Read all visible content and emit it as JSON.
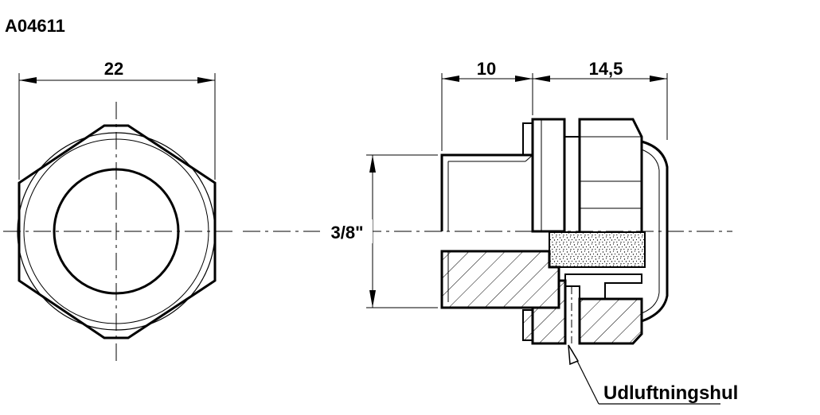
{
  "drawing": {
    "part_number": "A04611",
    "dims": {
      "hex_width": "22",
      "thread_length": "10",
      "body_length": "14,5",
      "thread_size": "3/8\""
    },
    "callout": "Udluftningshul"
  }
}
